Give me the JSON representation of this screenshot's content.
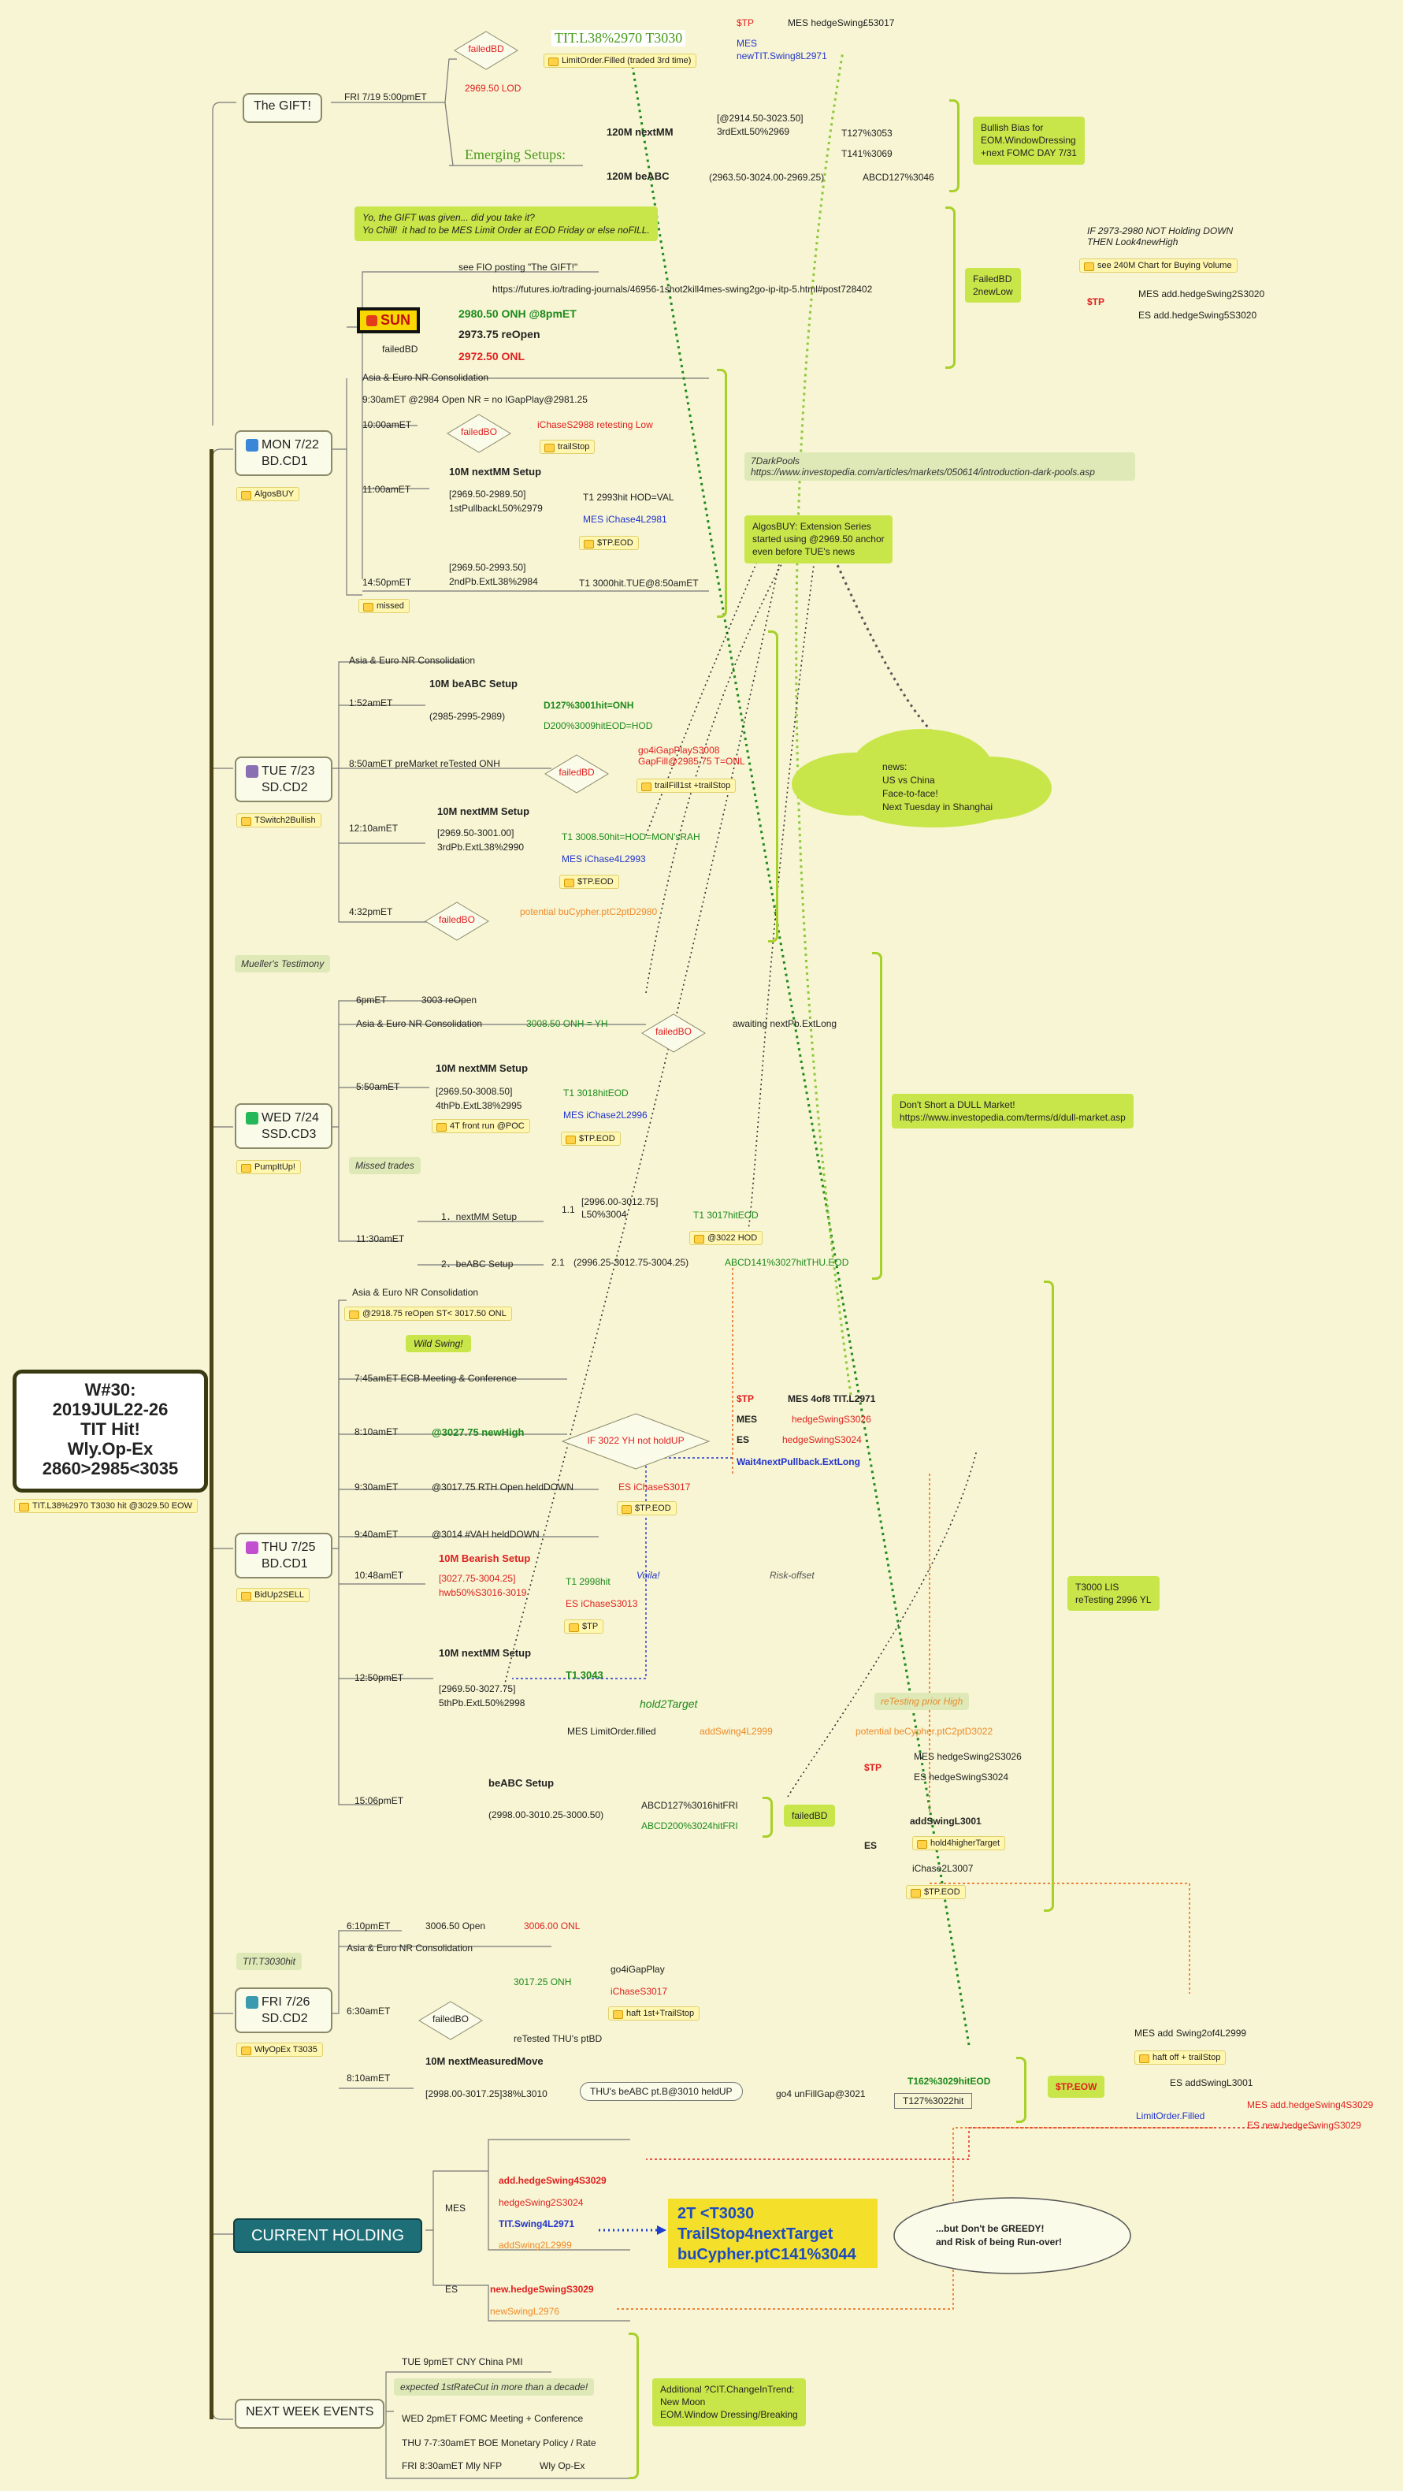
{
  "root": {
    "title_lines": [
      "W#30:",
      "2019JUL22-26",
      "TIT Hit!",
      "Wly.Op-Ex",
      "2860>2985<3035"
    ],
    "tag": "TIT.L38%2970 T3030 hit @3029.50 EOW"
  },
  "gift": {
    "label": "The GIFT!",
    "date": "FRI 7/19 5:00pmET",
    "failed_bd": "failedBD",
    "lod": "2969.50 LOD",
    "tit": "TIT.L38%2970 T3030",
    "limit_order": "LimitOrder.Filled (traded 3rd time)",
    "tp": "$TP",
    "mes_hedge": "MES hedgeSwing£53017",
    "mes": "MES",
    "new_tit": "newTIT.Swing8L2971",
    "emerging": "Emerging Setups:",
    "next_mm": "120M nextMM",
    "next_mm_range": "[@2914.50-3023.50]",
    "next_mm_ext": "3rdExtL50%2969",
    "t127": "T127%3053",
    "t141": "T141%3069",
    "be_abc": "120M beABC",
    "be_abc_range": "(2963.50-3024.00-2969.25)",
    "abcd": "ABCD127%3046",
    "bullish_note": "Bullish Bias for\nEOM.WindowDressing\n+next FOMC DAY 7/31"
  },
  "sun": {
    "label": "SUN",
    "tag": "failedBD",
    "yo_note": "Yo, the GIFT was given... did you take it?\nYo Chill!  it had to be MES Limit Order at EOD Friday or else noFILL.",
    "fio": "see FIO posting \"The GIFT!\"",
    "url": "https://futures.io/trading-journals/46956-1shot2kill4mes-swing2go-ip-itp-5.html#post728402",
    "onh": "2980.50 ONH @8pmET",
    "reopen": "2973.75 reOpen",
    "onl": "2972.50 ONL",
    "failed_note": "FailedBD\n2newLow",
    "if_note": "IF 2973-2980 NOT Holding DOWN\nTHEN Look4newHigh",
    "see240": "see 240M Chart for Buying Volume",
    "tp": "$TP",
    "mes_add": "MES add.hedgeSwing2S3020",
    "es_add": "ES add.hedgeSwing5S3020"
  },
  "mon": {
    "label": "MON 7/22",
    "sub": "BD.CD1",
    "tag": "AlgosBUY",
    "asia": "Asia & Euro NR Consolidation",
    "open_930": "9:30amET @2984 Open NR = no IGapPlay@2981.25",
    "t1000": "10:00amET",
    "failedbo": "failedBO",
    "ichase": "iChaseS2988 retesting Low",
    "trailstop": "trailStop",
    "t1100": "11:00amET",
    "setup": "10M nextMM Setup",
    "range": "[2969.50-2989.50]",
    "pullback": "1stPullbackL50%2979",
    "t1hit": "T1 2993hit HOD=VAL",
    "mes_ichase": "MES iChase4L2981",
    "tp_eod": "$TP.EOD",
    "t1450": "14:50pmET",
    "range2": "[2969.50-2993.50]",
    "pb2": "2ndPb.ExtL38%2984",
    "t1_3000": "T1 3000hit.TUE@8:50amET",
    "missed": "missed",
    "dark_pools": "7DarkPools\nhttps://www.investopedia.com/articles/markets/050614/introduction-dark-pools.asp",
    "algos_note": "AlgosBUY: Extension Series\nstarted using @2969.50 anchor\neven before TUE's news"
  },
  "tue": {
    "label": "TUE 7/23",
    "sub": "SD.CD2",
    "tag": "TSwitch2Bullish",
    "asia": "Asia & Euro NR Consolidation",
    "t152": "1:52amET",
    "setup": "10M beABC Setup",
    "range": "(2985-2995-2989)",
    "d127": "D127%3001hit=ONH",
    "d200": "D200%3009hitEOD=HOD",
    "t850": "8:50amET preMarket reTested ONH",
    "failedbd": "failedBD",
    "go4": "go4iGapPlayS3008\nGapFill@2985.75 T=ONL",
    "trail1": "trailFill1st +trailStop",
    "t1210": "12:10amET",
    "setup2": "10M nextMM Setup",
    "range2": "[2969.50-3001.00]",
    "pb3": "3rdPb.ExtL38%2990",
    "t1_3008": "T1 3008.50hit=HOD=MON'sRAH",
    "mes_ichase": "MES iChase4L2993",
    "tp_eod": "$TP.EOD",
    "t432": "4:32pmET",
    "failedbo": "failedBO",
    "potential": "potential buCypher.ptC2ptD2980",
    "news": "news:\nUS vs China\nFace-to-face!\nNext Tuesday in Shanghai"
  },
  "wed": {
    "label": "WED 7/24",
    "sub": "SSD.CD3",
    "tag": "PumpItUp!",
    "mueller": "Mueller's Testimony",
    "t6pm": "6pmET",
    "reopen": "3003 reOpen",
    "asia": "Asia & Euro NR Consolidation",
    "onh": "3008.50 ONH = YH",
    "failedbo": "failedBO",
    "awaiting": "awaiting nextPb.ExtLong",
    "t550": "5:50amET",
    "setup": "10M nextMM Setup",
    "range": "[2969.50-3008.50]",
    "pb4": "4thPb.ExtL38%2995",
    "t1_3018": "T1 3018hitEOD",
    "mes_ichase": "MES iChase2L2996",
    "tp_eod": "$TP.EOD",
    "front": "4T front run @POC",
    "dull_note": "Don't Short a DULL Market!\nhttps://www.investopedia.com/terms/d/dull-market.asp",
    "missed": "Missed trades",
    "t1130": "11:30amET",
    "nm1": "1．nextMM Setup",
    "n11": "1.1",
    "r11": "[2996.00-3012.75]",
    "l50": "L50%3004",
    "t1_3017": "T1 3017hitEOD",
    "hod": "@3022 HOD",
    "nm2": "2．beABC Setup",
    "n21": "2.1",
    "r21": "(2996.25-3012.75-3004.25)",
    "abcd": "ABCD141%3027hitTHU.EOD"
  },
  "thu": {
    "label": "THU 7/25",
    "sub": "BD.CD1",
    "tag": "BidUp2SELL",
    "asia": "Asia & Euro NR Consolidation",
    "reopen": "@2918.75 reOpen ST< 3017.50 ONL",
    "wild": "Wild Swing!",
    "t745": "7:45amET ECB Meeting & Conference",
    "t810": "8:10amET",
    "newhigh": "@3027.75 newHigh",
    "if3022": "IF 3022 YH not holdUP",
    "tp": "$TP",
    "mes4of8": "MES 4of8 TIT.L2971",
    "mes": "MES",
    "mes_hedge": "hedgeSwingS3026",
    "es": "ES",
    "es_hedge": "hedgeSwingS3024",
    "wait": "Wait4nextPullback.ExtLong",
    "t930": "9:30amET",
    "rth": "@3017.75 RTH Open heldDOWN",
    "es_ichase": "ES iChaseS3017",
    "tp_eod": "$TP.EOD",
    "t940": "9:40amET",
    "vah": "@3014 #VAH heldDOWN",
    "t1048": "10:48amET",
    "bear": "10M Bearish Setup",
    "bear_r": "[3027.75-3004.25]",
    "bear_hwb": "hwb50%S3016-3019",
    "t1_2998": "T1 2998hit",
    "es_ichase2": "ES iChaseS3013",
    "voila": "Voila!",
    "risk": "Risk-offset",
    "t1250": "12:50pmET",
    "setup": "10M nextMM Setup",
    "range": "[2969.50-3027.75]",
    "pb5": "5thPb.ExtL50%2998",
    "t1_3043": "T1 3043",
    "hold": "hold2Target",
    "mes_lim": "MES LimitOrder.filled",
    "add2999": "addSwing4L2999",
    "potential": "potential beCypher.ptC2ptD3022",
    "retest": "reTesting prior High",
    "t1506": "15:06pmET",
    "be_abc": "beABC Setup",
    "be_r": "(2998.00-3010.25-3000.50)",
    "abcd127": "ABCD127%3016hitFRI",
    "abcd200": "ABCD200%3024hitFRI",
    "failedbd": "failedBD",
    "tp2": "$TP",
    "mes_hs": "MES hedgeSwing2S3026",
    "es_hs": "ES hedgeSwingS3024",
    "es2": "ES",
    "add3001": "addSwingL3001",
    "hold_hi": "hold4higherTarget",
    "ichase2l": "iChase2L3007",
    "tp_eod2": "$TP.EOD",
    "lis": "T3000 LIS\nreTesting 2996 YL"
  },
  "fri": {
    "label": "FRI 7/26",
    "sub": "SD.CD2",
    "tag": "WlyOpEx T3035",
    "tit_hit": "TIT.T3030hit",
    "t610": "6:10pmET",
    "open": "3006.50 Open",
    "onl": "3006.00 ONL",
    "asia": "Asia & Euro NR Consolidation",
    "t630": "6:30amET",
    "failedbo": "failedBO",
    "onh": "3017.25 ONH",
    "go4": "go4iGapPlay",
    "ichase": "iChaseS3017",
    "haft": "haft 1st+TrailStop",
    "retested": "reTested THU's ptBD",
    "t810": "8:10amET",
    "setup": "10M nextMeasuredMove",
    "range": "[2998.00-3017.25]38%L3010",
    "thu_be": "THU's beABC pt.B@3010 heldUP",
    "go4unfill": "go4 unFillGap@3021",
    "t162": "T162%3029hitEOD",
    "t127": "T127%3022hit",
    "tpeow": "$TP.EOW",
    "mes_add": "MES add Swing2of4L2999",
    "haft_off": "haft off + trailStop",
    "es_add": "ES addSwingL3001",
    "limit": "LimitOrder.Filled",
    "mes_hedge": "MES add.hedgeSwing4S3029",
    "es_new": "ES new.hedgeSwingS3029"
  },
  "holding": {
    "label": "CURRENT HOLDING",
    "mes": "MES",
    "h1": "add.hedgeSwing4S3029",
    "h2": "hedgeSwing2S3024",
    "h3": "TIT.Swing4L2971",
    "h4": "addSwing2L2999",
    "es": "ES",
    "h5": "new.hedgeSwingS3029",
    "h6": "newSwingL2976",
    "target": "2T <T3030\nTrailStop4nextTarget\nbuCypher.ptC141%3044",
    "greedy": "...but Don't be GREEDY!\nand Risk of being Run-over!"
  },
  "next_week": {
    "label": "NEXT WEEK EVENTS",
    "e1": "TUE 9pmET CNY China PMI",
    "e2": "expected 1stRateCut in more than a decade!",
    "e3": "WED 2pmET FOMC Meeting + Conference",
    "e4": "THU 7-7:30amET BOE Monetary Policy / Rate",
    "e5": "FRI 8:30amET Mly NFP",
    "e6": "Wly Op-Ex",
    "note": "Additional ?CIT.ChangeInTrend:\nNew Moon\nEOM.Window Dressing/Breaking"
  },
  "colors": {
    "background": "#f7f5d3",
    "accent_green": "#a8d02a",
    "spine": "#4d4316",
    "holding_teal": "#1d6e76",
    "target_yellow": "#f4e02a"
  }
}
